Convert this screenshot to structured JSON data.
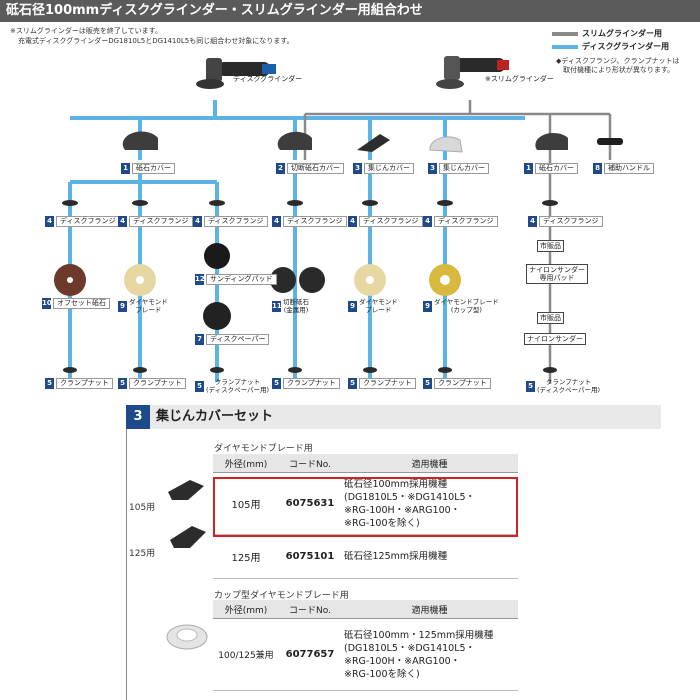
{
  "header": {
    "title": "砥石径100mmディスクグラインダー・スリムグラインダー用組合わせ"
  },
  "notes": [
    "※スリムグラインダーは販売を終了しています。",
    "充電式ディスクグラインダーDG1810L5とDG1410L5も同じ組合わせ対象になります。"
  ],
  "legend": {
    "items": [
      {
        "label": "スリムグラインダー用",
        "color": "#8a8a8a"
      },
      {
        "label": "ディスクグラインダー用",
        "color": "#5bb4e5"
      }
    ],
    "note_lines": [
      "◆ディスクフランジ、クランプナットは",
      "取付機種により形状が異なります。"
    ]
  },
  "machines": {
    "disk": "ディスクグラインダー",
    "slim": "※スリムグラインダー"
  },
  "level1": [
    {
      "num": "1",
      "label": "砥石カバー"
    },
    {
      "num": "2",
      "label": "切断砥石カバー"
    },
    {
      "num": "3",
      "label": "集じんカバー"
    },
    {
      "num": "3",
      "label": "集じんカバー"
    },
    {
      "num": "1",
      "label": "砥石カバー"
    },
    {
      "num": "8",
      "label": "補助ハンドル"
    }
  ],
  "flange": {
    "num": "4",
    "label": "ディスクフランジ"
  },
  "clamp": {
    "num": "5",
    "label": "クランプナット"
  },
  "tools": [
    {
      "num": "10",
      "label": "オフセット砥石"
    },
    {
      "num": "9",
      "label": "ダイヤモンド\nブレード"
    },
    {
      "num": "12",
      "label": "サンディングパッド"
    },
    {
      "num": "7",
      "label": "ディスクペーパー"
    },
    {
      "num": "11",
      "label": "切断砥石\n(金属用)"
    },
    {
      "num": "9",
      "label": "ダイヤモンド\nブレード"
    },
    {
      "num": "9",
      "label": "ダイヤモンドブレード\n(カップ型)"
    }
  ],
  "market": {
    "tag": "市販品",
    "pad": "ナイロンサンダー\n専用パッド",
    "sander": "ナイロンサンダー"
  },
  "clamp_paper": "クランプナット\n(ディスクペーパー用)",
  "section3": {
    "num": "3",
    "title": "集じんカバーセット",
    "table1_caption": "ダイヤモンドブレード用",
    "headers": [
      "外径(mm)",
      "コードNo.",
      "適用機種"
    ],
    "rows1": [
      {
        "diameter": "105用",
        "code": "6075631",
        "models": "砥石径100mm採用機種\n(DG1810L5・※DG1410L5・\n※RG-100H・※ARG100・\n※RG-100を除く)"
      },
      {
        "diameter": "125用",
        "code": "6075101",
        "models": "砥石径125mm採用機種"
      }
    ],
    "side_labels": [
      "105用",
      "125用"
    ],
    "table2_caption": "カップ型ダイヤモンドブレード用",
    "rows2": [
      {
        "diameter": "100/125兼用",
        "code": "6077657",
        "models": "砥石径100mm・125mm採用機種\n(DG1810L5・※DG1410L5・\n※RG-100H・※ARG100・\n※RG-100を除く)"
      }
    ]
  }
}
